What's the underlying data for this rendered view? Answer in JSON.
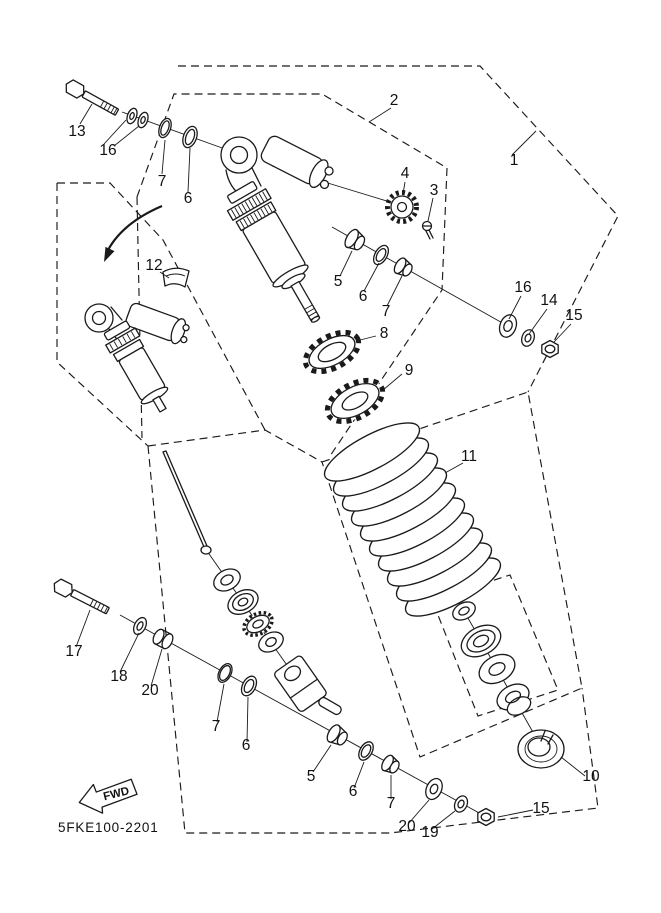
{
  "diagram": {
    "drawing_code": "5FKE100-2201",
    "fwd_label": "FWD",
    "colors": {
      "background": "#ffffff",
      "line": "#1a1a1a"
    }
  },
  "labels": {
    "n1": "1",
    "n2": "2",
    "n3": "3",
    "n4": "4",
    "n5a": "5",
    "n5b": "5",
    "n6a": "6",
    "n6b": "6",
    "n6c": "6",
    "n6d": "6",
    "n7a": "7",
    "n7b": "7",
    "n7c": "7",
    "n7d": "7",
    "n8": "8",
    "n9": "9",
    "n10": "10",
    "n11": "11",
    "n12": "12",
    "n13": "13",
    "n14": "14",
    "n15a": "15",
    "n15b": "15",
    "n16a": "16",
    "n16b": "16",
    "n17": "17",
    "n18": "18",
    "n19": "19",
    "n20a": "20",
    "n20b": "20"
  }
}
